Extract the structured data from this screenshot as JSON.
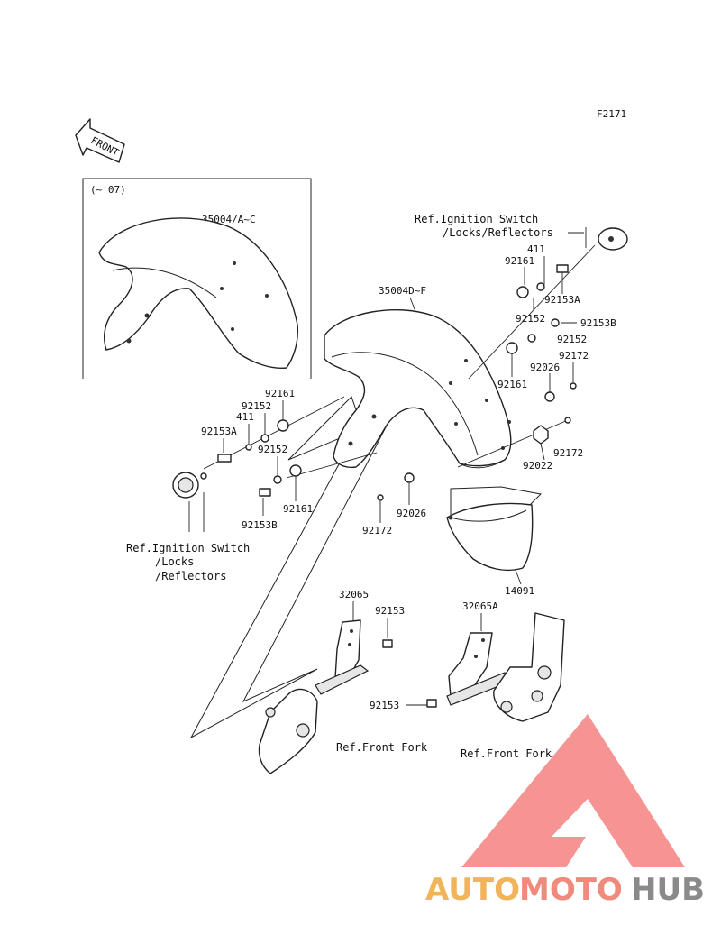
{
  "figure_code": "F2171",
  "direction_label": "FRONT",
  "inset": {
    "year_note": "(~'07)",
    "part_label": "35004/A~C"
  },
  "parts": {
    "fender_main": "35004D~F",
    "rear_cover": "14091",
    "bracket_left": "32065",
    "bracket_right": "32065A",
    "bolt_left_upper": "92153",
    "bolt_right_lower": "92153",
    "right_side": {
      "washer_411": "411",
      "collar_92161_top": "92161",
      "bolt_92153A": "92153A",
      "washer_92152_top": "92152",
      "bolt_92153B": "92153B",
      "washer_92152_mid": "92152",
      "collar_92161_mid": "92161",
      "nut_92026_top": "92026",
      "screw_92172_top": "92172",
      "screw_92172_mid": "92172",
      "nut_92022": "92022",
      "nut_92026_low": "92026",
      "screw_92172_low": "92172"
    },
    "left_side": {
      "collar_92161_top": "92161",
      "washer_92152_top": "92152",
      "washer_411": "411",
      "bolt_92153A": "92153A",
      "washer_92152_low": "92152",
      "collar_92161_low": "92161",
      "bolt_92153B": "92153B"
    }
  },
  "references": {
    "ignition_right_line1": "Ref.Ignition Switch",
    "ignition_right_line2": "/Locks/Reflectors",
    "ignition_left_line1": "Ref.Ignition Switch",
    "ignition_left_line2": "/Locks",
    "ignition_left_line3": "/Reflectors",
    "fork_left": "Ref.Front Fork",
    "fork_right": "Ref.Front Fork"
  },
  "watermark": {
    "text_auto": "AUTO",
    "text_moto": "MOTO",
    "text_hub": "HUB",
    "color_auto": "#f2b45a",
    "color_moto": "#f08a7c",
    "color_hub": "#8a8a8a",
    "logo_color": "#ee3b3b"
  }
}
